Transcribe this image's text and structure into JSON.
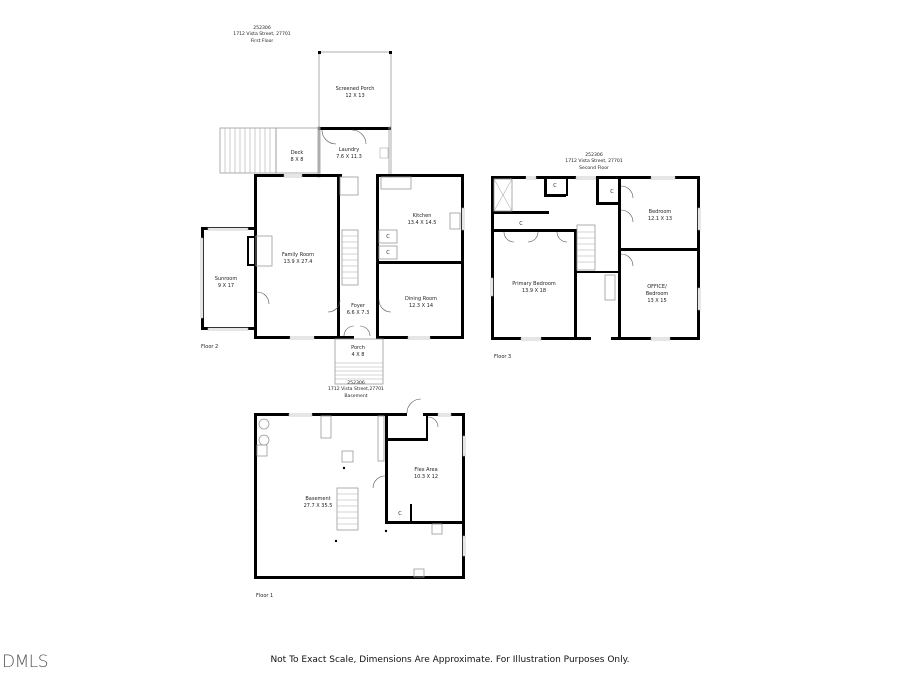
{
  "first_floor_header": {
    "id": "252306",
    "address": "1712 Vista Street, 27701",
    "level": "First Floor"
  },
  "second_floor_header": {
    "id": "252306",
    "address": "1712 Vista Street, 27701",
    "level": "Second Floor"
  },
  "basement_header": {
    "id": "252306",
    "address": "1712 Vista Street,27701",
    "level": "Basement"
  },
  "rooms": {
    "screened_porch": {
      "name": "Screened Porch",
      "dim": "12 X 13"
    },
    "laundry": {
      "name": "Laundry",
      "dim": "7.6 X 11.3"
    },
    "deck": {
      "name": "Deck",
      "dim": "8 X 8"
    },
    "kitchen": {
      "name": "Kitchen",
      "dim": "13.4 X 14.5"
    },
    "family_room": {
      "name": "Family Room",
      "dim": "13.9 X 27.4"
    },
    "sunroom": {
      "name": "Sunroom",
      "dim": "9 X 17"
    },
    "foyer": {
      "name": "Foyer",
      "dim": "6.6 X 7.3"
    },
    "dining_room": {
      "name": "Dining Room",
      "dim": "12.3 X 14"
    },
    "porch": {
      "name": "Porch",
      "dim": "4 X 8"
    },
    "bedroom": {
      "name": "Bedroom",
      "dim": "12.1 X 13"
    },
    "primary_bedroom": {
      "name": "Primary Bedroom",
      "dim": "13.9 X 18"
    },
    "office_bedroom": {
      "name": "OFFICE/\nBedroom",
      "line1": "OFFICE/",
      "line2": "Bedroom",
      "dim": "13 X 15"
    },
    "basement": {
      "name": "Basement",
      "dim": "27.7 X 35.5"
    },
    "flex_area": {
      "name": "Flex Area",
      "dim": "10.3 X 12"
    }
  },
  "closet_label": "C",
  "floor_captions": {
    "floor2": "Floor 2",
    "floor3": "Floor 3",
    "floor1": "Floor 1"
  },
  "footer": {
    "disclaimer": "Not To Exact Scale, Dimensions Are Approximate. For Illustration Purposes Only.",
    "logo": "DMLS"
  }
}
